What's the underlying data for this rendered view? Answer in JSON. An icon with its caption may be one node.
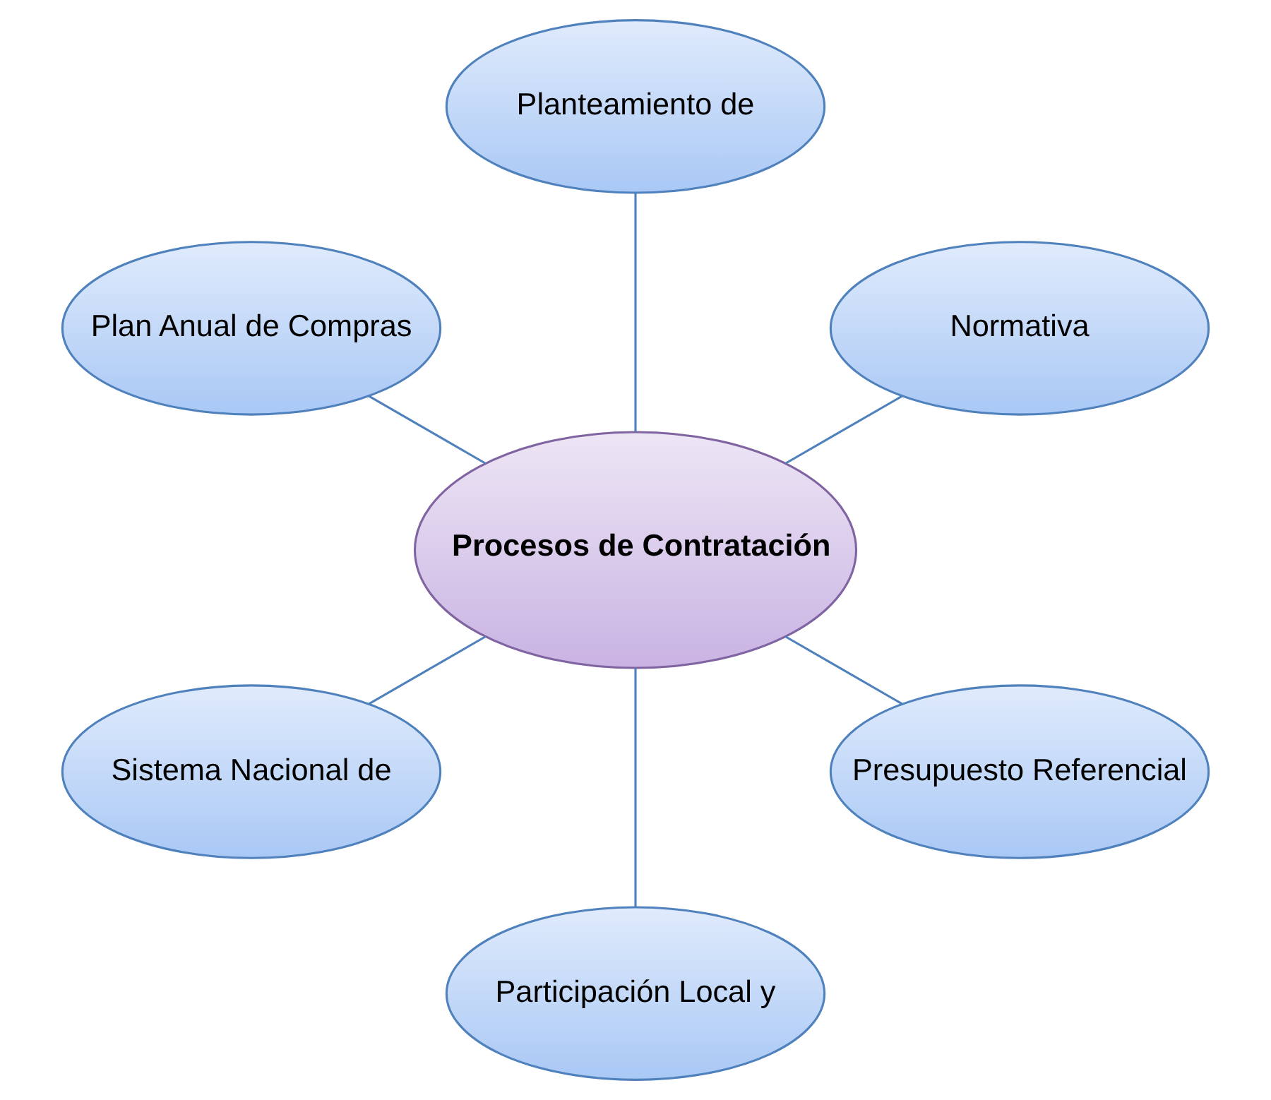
{
  "diagram": {
    "nodes": [
      {
        "text": [
          "Normativa"
        ]
      },
      {
        "text": [
          "Planteamiento de"
        ]
      },
      {
        "text": [
          "Plan Anual de Compras"
        ]
      },
      {
        "text": [
          "Procesos de Contratación"
        ]
      },
      {
        "text": [
          "Sistema Nacional de"
        ]
      },
      {
        "text": [
          "Participación Local y"
        ]
      },
      {
        "text": [
          "Presupuesto Referencial"
        ]
      }
    ],
    "edges": [
      {
        "from": 3,
        "to": 0,
        "arrow": "none"
      },
      {
        "from": 3,
        "to": 1,
        "arrow": "none"
      },
      {
        "from": 3,
        "to": 2,
        "arrow": "none"
      },
      {
        "from": 3,
        "to": 4,
        "arrow": "none"
      },
      {
        "from": 3,
        "to": 6,
        "arrow": "none"
      },
      {
        "from": 3,
        "to": 5,
        "arrow": "none"
      }
    ]
  }
}
